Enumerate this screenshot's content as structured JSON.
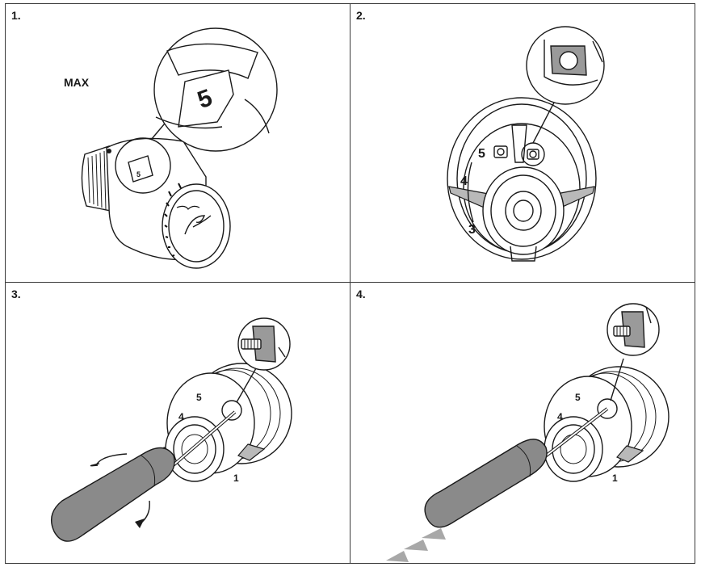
{
  "steps": [
    {
      "number": "1.",
      "label": "MAX",
      "zoom_digit": "5",
      "dial_digit": "5"
    },
    {
      "number": "2.",
      "dial_digits": [
        "5",
        "4",
        "3"
      ]
    },
    {
      "number": "3.",
      "dial_digits": [
        "5",
        "4",
        "1"
      ]
    },
    {
      "number": "4.",
      "dial_digits": [
        "5",
        "4",
        "1"
      ]
    }
  ],
  "icons": [
    "thermostat-head-icon",
    "magnifier-callout-icon",
    "screwdriver-icon",
    "rotation-arrow-icon",
    "push-arrow-icon"
  ],
  "colors": {
    "line": "#1a1a1a",
    "handle": "#8a8a8a",
    "push_arrows": "#a8a8a8"
  }
}
